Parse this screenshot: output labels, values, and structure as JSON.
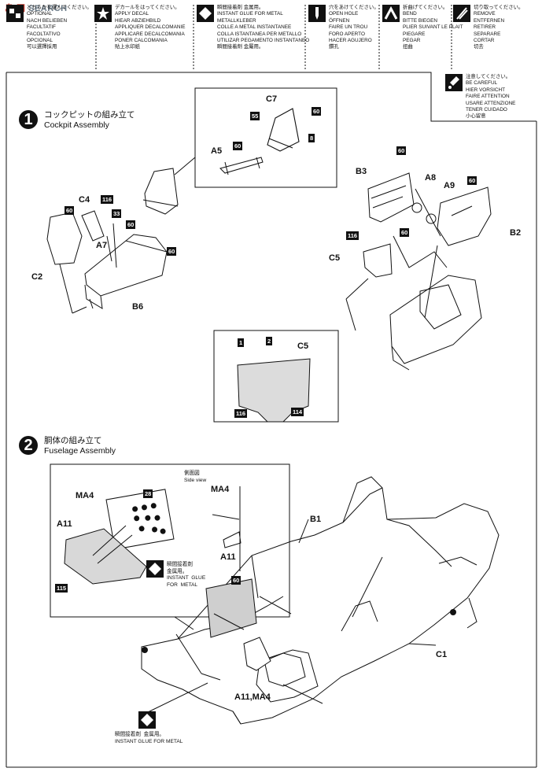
{
  "watermark": {
    "part1": "岛 网",
    "part2": "SEARCH"
  },
  "legend": [
    {
      "name": "optional",
      "text": "どちらかを選んでください。\nOPTIONAL\nNACH BELIEBEN\nFACULTATIF\nFACOLTATIVO\nOPCIONAL\n可以選擇採用"
    },
    {
      "name": "apply-decal",
      "text": "デカールをはってください。\nAPPLY DECAL\nHIEAR ABZIEHBILD\nAPPLIQUER DECALCOMANIE\nAPPLICARE DECALCOMANIA\nPONER CALCOMANIA\n貼上水印紙"
    },
    {
      "name": "instant-glue",
      "text": "瞬間接着剤 金属用。\nINSTANT GLUE FOR METAL\nMETALLKLEBER\nCOLLE A METAL INSTANTANEE\nCOLLA ISTANTANEA PER METALLO\nUTILIZAR PEGAMENTO INSTANTANEO\n瞬間接着劑 金屬用。"
    },
    {
      "name": "open-hole",
      "text": "穴をあけてください。\nOPEN HOLE\nÖFFNEN\nFAIRE UN TROU\nFORO APERTO\nHACER AGUJERO\n鑽孔"
    },
    {
      "name": "bend",
      "text": "折曲げてください。\nBEND\nBITTE BIEGEN\nPLIER SUIVANT LE PLAIT\nPIEGARE\nPEGAR\n扭曲"
    },
    {
      "name": "remove",
      "text": "切り取ってください。\nREMOVE\nENTFERNEN\nRETIRER\nSEPARARE\nCORTAR\n切去"
    }
  ],
  "care": {
    "text": "注意してください。\nBE CAREFUL\nHIER VORSICHT\nFAIRE ATTENTION\nUSARE ATTENZIONE\nTENER CUIDADO\n小心留意"
  },
  "step1": {
    "number": "1",
    "title_jp": "コックピットの組み立て",
    "title_en": "Cockpit Assembly",
    "labels": {
      "c7": "C7",
      "a5": "A5",
      "b3": "B3",
      "a8": "A8",
      "a9": "A9",
      "b2": "B2",
      "c4": "C4",
      "c2": "C2",
      "a7": "A7",
      "b6": "B6",
      "c5": "C5",
      "c5b": "C5"
    },
    "colors": {
      "c7_60": "60",
      "c7_55": "55",
      "c7_8": "8",
      "a5_60": "60",
      "b3_60": "60",
      "a8_60": "60",
      "b2_60": "60",
      "b3_116": "116",
      "c2_60": "60",
      "c4_116": "116",
      "c4_33": "33",
      "a7_60": "60",
      "b6_60": "60",
      "dec_1": "1",
      "dec_2": "2",
      "dec_116": "116",
      "dec_114": "114"
    }
  },
  "step2": {
    "number": "2",
    "title_jp": "胴体の組み立て",
    "title_en": "Fuselage Assembly",
    "side_view": "側面図\nSide view",
    "labels": {
      "ma4": "MA4",
      "a11": "A11",
      "ma4b": "MA4",
      "a11b": "A11",
      "b1": "B1",
      "c1": "C1",
      "a11ma4": "A11,MA4"
    },
    "colors": {
      "p28": "28",
      "p115": "115",
      "p60": "60"
    },
    "glue_inset": "瞬間接着剤\n金属用。\nINSTANT  GLUE\nFOR  METAL",
    "glue_bottom": "瞬間接着剤  金属用。\nINSTANT GLUE FOR METAL"
  }
}
